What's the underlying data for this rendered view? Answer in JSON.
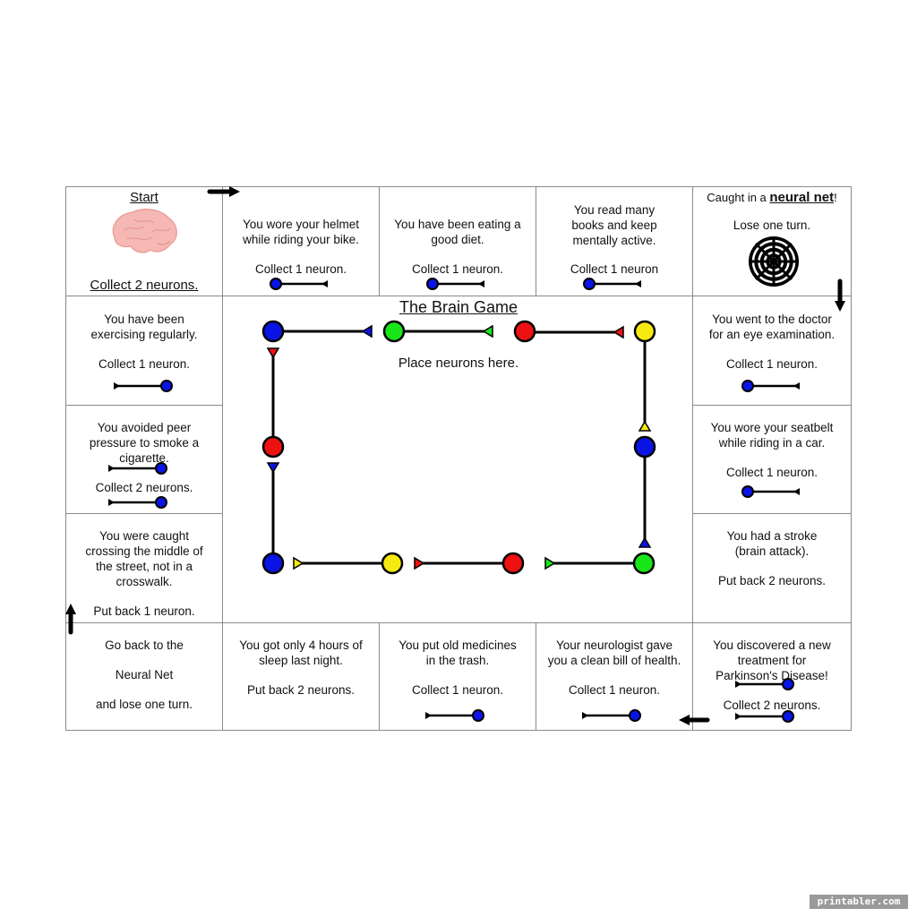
{
  "game": {
    "title": "The Brain Game",
    "center_instruction": "Place neurons here.",
    "watermark": "printabler.com"
  },
  "squares": {
    "start": {
      "heading": "Start",
      "action": "Collect 2 neurons.",
      "image": "brain-illustration"
    },
    "top": [
      {
        "lines": [
          "You wore your helmet",
          "while riding your bike."
        ],
        "action": "Collect 1 neuron.",
        "neurons": 1
      },
      {
        "lines": [
          "You have been eating a",
          "good diet."
        ],
        "action": "Collect 1 neuron.",
        "neurons": 1
      },
      {
        "lines": [
          "You read many",
          "books and keep",
          "mentally active."
        ],
        "action": "Collect 1 neuron",
        "neurons": 1
      }
    ],
    "neural_net": {
      "prefix": "Caught in a ",
      "emphasis": "neural net",
      "suffix": "!",
      "action": "Lose one turn.",
      "icon": "spider-web-icon"
    },
    "right": [
      {
        "lines": [
          "You went to the doctor",
          "for an eye examination."
        ],
        "action": "Collect 1 neuron.",
        "neurons": 1
      },
      {
        "lines": [
          "You wore your seatbelt",
          "while riding in a car."
        ],
        "action": "Collect 1 neuron.",
        "neurons": 1
      },
      {
        "lines": [
          "You had a stroke",
          "(brain attack)."
        ],
        "action": "Put back 2 neurons.",
        "neurons": 0
      }
    ],
    "bottom_right": {
      "lines": [
        "You discovered a new",
        "treatment for",
        "Parkinson's Disease!"
      ],
      "action": "Collect 2 neurons.",
      "neurons": 2
    },
    "bottom": [
      {
        "lines": [
          "Your neurologist gave",
          "you a clean bill of health."
        ],
        "action": "Collect 1 neuron.",
        "neurons": 1
      },
      {
        "lines": [
          "You put old medicines",
          "in the trash."
        ],
        "action": "Collect 1 neuron.",
        "neurons": 1
      },
      {
        "lines": [
          "You got only 4 hours of",
          "sleep last night."
        ],
        "action": "Put back 2 neurons.",
        "neurons": 0
      }
    ],
    "bottom_left": {
      "lines": [
        "Go back to the",
        "Neural Net",
        "and lose one turn."
      ]
    },
    "left": [
      {
        "lines": [
          "You were caught",
          "crossing the middle of",
          "the street, not in a",
          "crosswalk."
        ],
        "action": "Put back 1 neuron.",
        "neurons": 0
      },
      {
        "lines": [
          "You avoided peer",
          "pressure to smoke a",
          "cigarette."
        ],
        "action": "Collect 2 neurons.",
        "neurons": 2
      },
      {
        "lines": [
          "You have been",
          "exercising regularly."
        ],
        "action": "Collect 1 neuron.",
        "neurons": 1
      }
    ]
  },
  "neuron_circuit": {
    "colors": {
      "blue": "#0a14e6",
      "green": "#19e619",
      "red": "#ee1111",
      "yellow": "#f5ea10"
    },
    "top_row": [
      "blue",
      "green",
      "red",
      "yellow"
    ],
    "left_column": [
      "blue",
      "red",
      "blue"
    ],
    "right_column": [
      "yellow",
      "blue",
      "green"
    ],
    "bottom_row": [
      "blue",
      "yellow",
      "red",
      "green"
    ]
  }
}
